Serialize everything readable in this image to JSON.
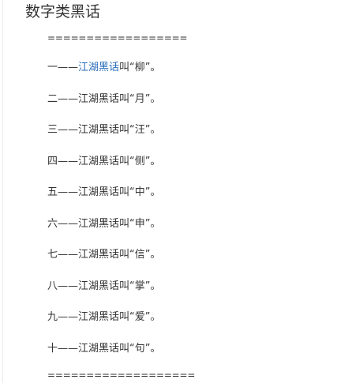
{
  "title": "数字类黑话",
  "separator_top": "==================",
  "separator_bottom": "===================",
  "items": [
    {
      "num": "一",
      "dash": "——",
      "term": "江湖黑话",
      "says": "叫",
      "word": "“柳”。",
      "term_is_link": true
    },
    {
      "num": "二",
      "dash": "——",
      "term": "江湖黑话",
      "says": "叫",
      "word": "“月”。",
      "term_is_link": false
    },
    {
      "num": "三",
      "dash": "——",
      "term": "江湖黑话",
      "says": "叫",
      "word": "“汪”。",
      "term_is_link": false
    },
    {
      "num": "四",
      "dash": "——",
      "term": "江湖黑话",
      "says": "叫",
      "word": "“侧”。",
      "term_is_link": false
    },
    {
      "num": "五",
      "dash": "——",
      "term": "江湖黑话",
      "says": "叫",
      "word": "“中”。",
      "term_is_link": false
    },
    {
      "num": "六",
      "dash": "——",
      "term": "江湖黑话",
      "says": "叫",
      "word": "“申”。",
      "term_is_link": false
    },
    {
      "num": "七",
      "dash": "——",
      "term": "江湖黑话",
      "says": "叫",
      "word": "“信”。",
      "term_is_link": false
    },
    {
      "num": "八",
      "dash": "——",
      "term": "江湖黑话",
      "says": "叫",
      "word": "“掌”。",
      "term_is_link": false
    },
    {
      "num": "九",
      "dash": "——",
      "term": "江湖黑话",
      "says": "叫",
      "word": "“爱”。",
      "term_is_link": false
    },
    {
      "num": "十",
      "dash": "——",
      "term": "江湖黑话",
      "says": "叫",
      "word": "“句”。",
      "term_is_link": false
    }
  ],
  "colors": {
    "text": "#333333",
    "link": "#2a6ebb",
    "background": "#ffffff"
  }
}
